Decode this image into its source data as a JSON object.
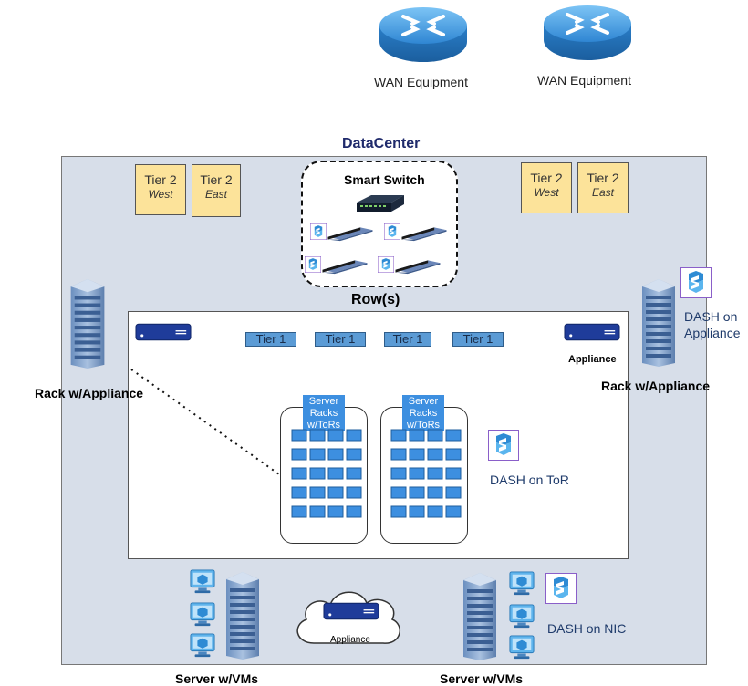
{
  "wan": [
    {
      "label": "WAN Equipment"
    },
    {
      "label": "WAN Equipment"
    }
  ],
  "datacenter": {
    "title": "DataCenter"
  },
  "tier2": [
    {
      "title": "Tier 2",
      "sub": "West"
    },
    {
      "title": "Tier 2",
      "sub": "East"
    },
    {
      "title": "Tier 2",
      "sub": "West"
    },
    {
      "title": "Tier 2",
      "sub": "East"
    }
  ],
  "smart_switch": {
    "title": "Smart Switch"
  },
  "rows": {
    "title": "Row(s)",
    "tier1": [
      "Tier 1",
      "Tier 1",
      "Tier 1",
      "Tier 1"
    ],
    "appliance_label": "Appliance",
    "server_racks": [
      "Server Racks w/ToRs",
      "Server Racks w/ToRs"
    ],
    "dash_tor": "DASH on ToR"
  },
  "racks": {
    "left_label": "Rack w/Appliance",
    "right_label": "Rack w/Appliance",
    "dash_appliance": "DASH on Appliance"
  },
  "bottom": {
    "server_left": "Server w/VMs",
    "server_right": "Server w/VMs",
    "cloud_appliance": "Appliance",
    "dash_nic": "DASH on NIC"
  },
  "colors": {
    "dc_bg": "#d7dee9",
    "tier2": "#fce39a",
    "tier1": "#5b9bd5",
    "router": "#3a93dc",
    "dash_border": "#8a5fc9",
    "dc_title": "#1f2a6b"
  }
}
